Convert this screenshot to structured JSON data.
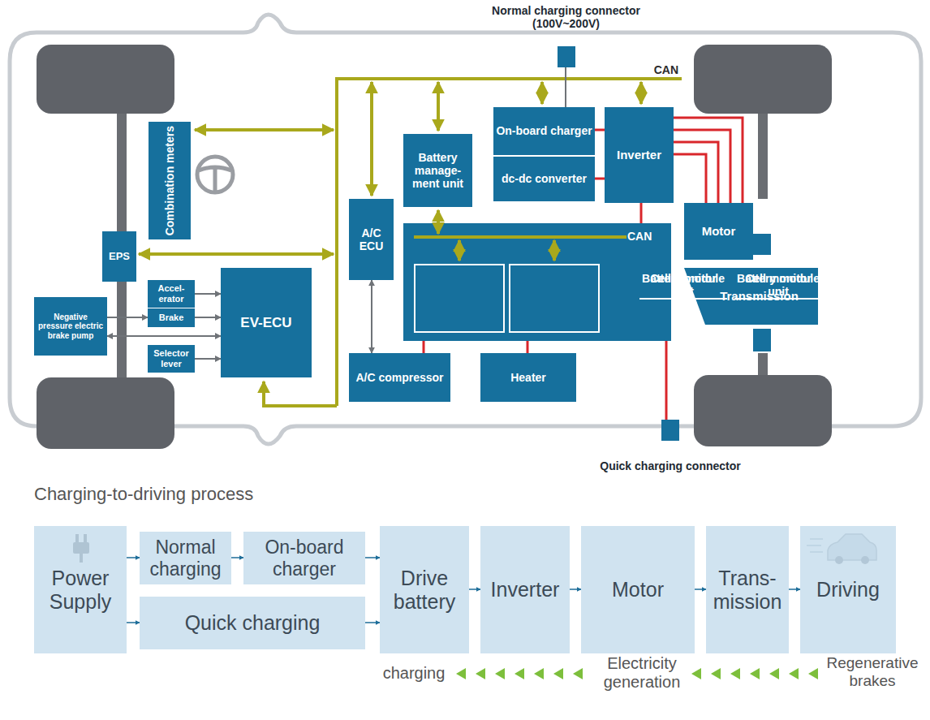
{
  "diagram": {
    "nodes": [
      {
        "text": [
          "Combination meters"
        ]
      },
      {
        "text": [
          "EPS"
        ]
      },
      {
        "text": [
          "Accel-erator"
        ]
      },
      {
        "text": [
          "Brake"
        ]
      },
      {
        "text": [
          "Selector lever"
        ]
      },
      {
        "text": [
          "Negative pressure electric brake pump"
        ]
      },
      {
        "text": [
          "EV-ECU"
        ]
      },
      {
        "text": [
          "A/C ECU"
        ]
      },
      {
        "text": [
          "Battery manage-ment unit"
        ]
      },
      {
        "text": [
          "On-board charger"
        ]
      },
      {
        "text": [
          "dc-dc converter"
        ]
      },
      {
        "text": [
          "Inverter"
        ]
      },
      {
        "text": [
          "CAN"
        ]
      },
      {
        "text": [
          "Cell monitor unit",
          "Battery module"
        ],
        "in": 12
      },
      {
        "text": [
          "Cell monitor unit",
          "Battery module"
        ],
        "in": 12
      },
      {
        "text": [
          "Motor"
        ]
      },
      {
        "text": [
          "Transmission"
        ]
      },
      {
        "text": [
          "A/C compressor"
        ]
      },
      {
        "text": [
          "Heater"
        ]
      },
      {
        "text": [
          "Normal charging connector (100V~200V)"
        ]
      },
      {
        "text": [
          "Quick charging connector"
        ]
      },
      {
        "text": [
          "Power Supply"
        ]
      },
      {
        "text": [
          "Normal charging"
        ]
      },
      {
        "text": [
          "On-board charger"
        ]
      },
      {
        "text": [
          "Quick charging"
        ]
      },
      {
        "text": [
          "Drive battery"
        ]
      },
      {
        "text": [
          "Inverter"
        ]
      },
      {
        "text": [
          "Motor"
        ]
      },
      {
        "text": [
          "Trans-mission"
        ]
      },
      {
        "text": [
          "Driving"
        ]
      }
    ],
    "edges": [
      {
        "from": 2,
        "to": 6,
        "arrow": "to"
      },
      {
        "from": 3,
        "to": 6,
        "arrow": "to"
      },
      {
        "from": 4,
        "to": 6,
        "arrow": "to"
      },
      {
        "from": 5,
        "to": 6,
        "arrow": "both"
      },
      {
        "from": 5,
        "to": 3,
        "arrow": "to"
      },
      {
        "from": 7,
        "to": 17,
        "arrow": "both"
      },
      {
        "from": 19,
        "to": 9,
        "arrow": "none"
      },
      {
        "from": 9,
        "to": 11,
        "arrow": "none"
      },
      {
        "from": 10,
        "to": 11,
        "arrow": "none"
      },
      {
        "from": 11,
        "to": 15,
        "arrow": "none"
      },
      {
        "from": 11,
        "to": 12,
        "arrow": "none"
      },
      {
        "from": 12,
        "to": 17,
        "arrow": "none"
      },
      {
        "from": 12,
        "to": 18,
        "arrow": "none"
      },
      {
        "from": 12,
        "to": 20,
        "arrow": "none"
      },
      {
        "from": 21,
        "to": 22,
        "arrow": "to"
      },
      {
        "from": 22,
        "to": 23,
        "arrow": "to"
      },
      {
        "from": 23,
        "to": 25,
        "arrow": "to"
      },
      {
        "from": 21,
        "to": 24,
        "arrow": "to"
      },
      {
        "from": 24,
        "to": 25,
        "arrow": "to"
      },
      {
        "from": 25,
        "to": 26,
        "arrow": "to"
      },
      {
        "from": 26,
        "to": 27,
        "arrow": "to"
      },
      {
        "from": 27,
        "to": 28,
        "arrow": "to"
      },
      {
        "from": 28,
        "to": 29,
        "arrow": "to"
      }
    ],
    "labels": [
      "CAN",
      "Charging-to-driving process",
      "charging",
      "Electricity generation",
      "Regenerative brakes"
    ]
  }
}
